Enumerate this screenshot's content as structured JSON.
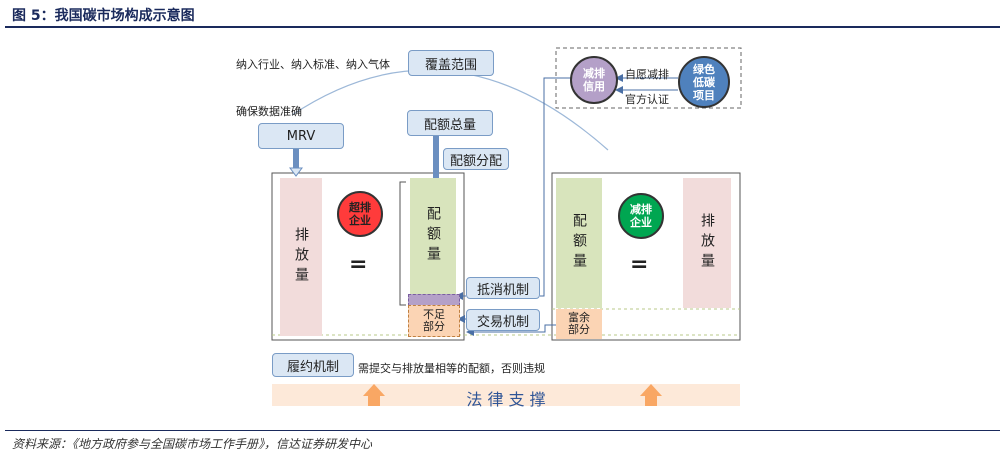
{
  "figure": {
    "title": "图 5：我国碳市场构成示意图",
    "source": "资料来源：《地方政府参与全国碳市场工作手册》，信达证券研发中心"
  },
  "labels": {
    "industries": "纳入行业、纳入标准、纳入气体",
    "coverage": "覆盖范围",
    "ensure_data": "确保数据准确",
    "mrv": "MRV",
    "total_quota": "配额总量",
    "quota_allocation": "配额分配",
    "offset": "抵消机制",
    "trading": "交易机制",
    "compliance": "履约机制",
    "compliance_note": "需提交与排放量相等的配额，否则违规",
    "law_support": "法 律 支 撑"
  },
  "left_enterprise": {
    "emission": "排放量",
    "circle": "超排企业",
    "equals": "=",
    "quota": "配额量",
    "shortage": "不足部分"
  },
  "right_enterprise": {
    "quota": "配额量",
    "circle": "减排企业",
    "equals": "=",
    "emission": "排放量",
    "surplus": "富余部分"
  },
  "ccer": {
    "credit_circle": "减排信用",
    "voluntary": "自愿减排",
    "official": "官方认证",
    "green_circle": "绿色低碳项目"
  },
  "colors": {
    "emission_fill": "#f2dcdb",
    "quota_fill": "#d8e4bc",
    "shortage_fill": "#fbd4b4",
    "red_circle": "#ff3b3b",
    "green_circle": "#00a651",
    "purple_circle": "#b4a0c8",
    "blue_circle": "#4f81bd",
    "button_fill": "#dbe7f4"
  }
}
